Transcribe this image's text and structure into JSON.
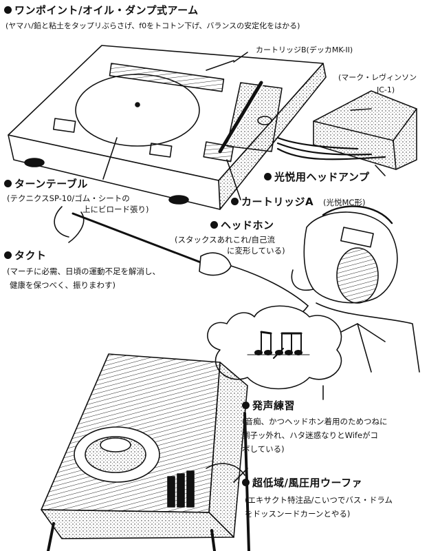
{
  "sections": {
    "one_point_arm": {
      "title": "ワンポイント/オイル・ダンプ式アーム",
      "desc": "(ヤマハ/鉛と粘土をタップリぶらさげ、f0をトコトン下げ、バランスの安定化をはかる)"
    },
    "turntable": {
      "title": "ターンテーブル",
      "desc_1": "(テクニクスSP-10/ゴム・シートの",
      "desc_2": "上にビロード張り)"
    },
    "takt": {
      "title": "タクト",
      "desc_1": "(マーチに必需、日頃の運動不足を解消し、",
      "desc_2": "健康を保つべく、振りまわす)"
    },
    "cartridge_a": {
      "title": "カートリッジA",
      "desc": "(光悦MC形)"
    },
    "headphone": {
      "title": "ヘッドホン",
      "desc_1": "(スタックスあれこれ/自己流",
      "desc_2": "に変形している)"
    },
    "head_amp": {
      "title": "光悦用ヘッドアンプ"
    },
    "vocal_practice": {
      "title": "発声練習",
      "desc_1": "(音痴、かつヘッドホン着用のためつねに",
      "desc_2": "調子ッ外れ、ハタ迷惑なりとWifeがコ",
      "desc_3": "ボしている)"
    },
    "subwoofer": {
      "title": "超低域/風圧用ウーファ",
      "desc_1": "(エキサクト特注品/こいつでバス・ドラム",
      "desc_2": "をドッスンードカーンとやる)"
    }
  },
  "labels": {
    "cartridge_b": "カートリッジB(デッカMK-II)",
    "mark_levinson_1": "(マーク・レヴィンソン",
    "mark_levinson_2": "JC-1)"
  },
  "colors": {
    "ink": "#111111",
    "paper": "#ffffff"
  },
  "icons": [
    "bullet-icon",
    "turntable-drawing",
    "headphone-drawing",
    "woofer-drawing",
    "music-notes-icon"
  ]
}
